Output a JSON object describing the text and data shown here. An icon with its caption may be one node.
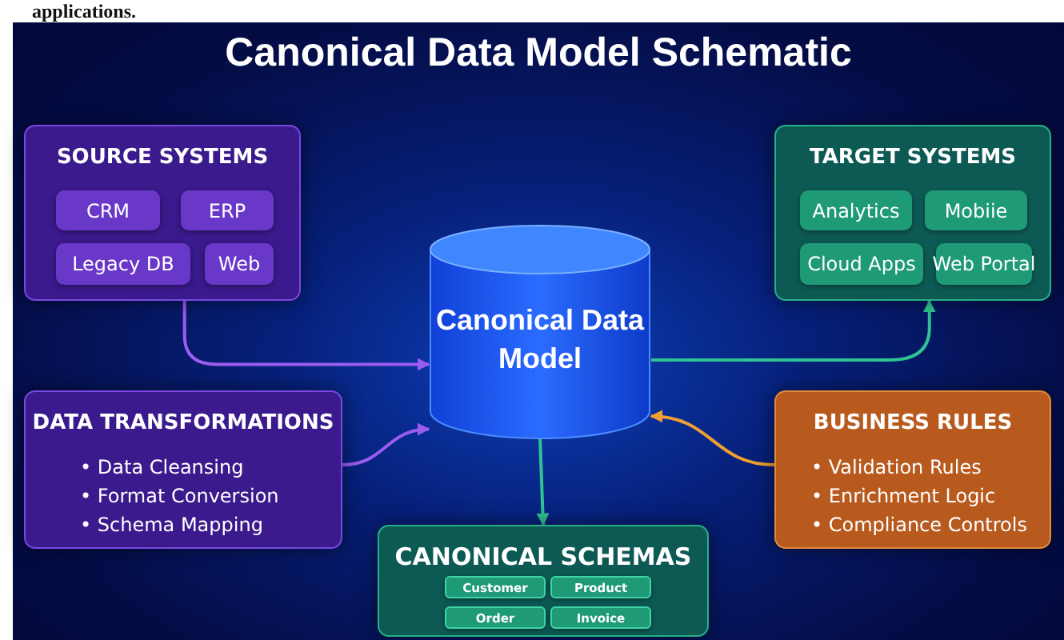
{
  "diagram": {
    "title": "Canonical Data Model Schematic",
    "nodes": [
      {
        "text": [
          "SOURCE SYSTEMS"
        ]
      },
      {
        "text": [
          "CRM"
        ],
        "in": 0
      },
      {
        "text": [
          "ERP"
        ],
        "in": 0
      },
      {
        "text": [
          "Legacy DB"
        ],
        "in": 0
      },
      {
        "text": [
          "Web"
        ],
        "in": 0
      },
      {
        "text": [
          "TARGET SYSTEMS"
        ]
      },
      {
        "text": [
          "Analytics"
        ],
        "in": 5
      },
      {
        "text": [
          "Mobiie"
        ],
        "in": 5
      },
      {
        "text": [
          "Cloud Apps"
        ],
        "in": 5
      },
      {
        "text": [
          "Web Portal"
        ],
        "in": 5
      },
      {
        "text": [
          "Canonical Data Model"
        ]
      },
      {
        "text": [
          "DATA TRANSFORMATIONS",
          "• Data Cleansing",
          "• Format Conversion",
          "• Schema Mapping"
        ]
      },
      {
        "text": [
          "BUSINESS RULES",
          "• Validation Rules",
          "• Enrichment Logic",
          "• Compliance Controls"
        ]
      },
      {
        "text": [
          "CANONICAL SCHEMAS"
        ]
      },
      {
        "text": [
          "Customer"
        ],
        "in": 13
      },
      {
        "text": [
          "Product"
        ],
        "in": 13
      },
      {
        "text": [
          "Order"
        ],
        "in": 13
      },
      {
        "text": [
          "Invoice"
        ],
        "in": 13
      }
    ],
    "edges": [
      {
        "from": 0,
        "to": 10,
        "arrow": "to",
        "color": "#9b5cf0"
      },
      {
        "from": 10,
        "to": 5,
        "arrow": "to",
        "color": "#2fc393"
      },
      {
        "from": 11,
        "to": 10,
        "arrow": "to",
        "color": "#9b5cf0"
      },
      {
        "from": 12,
        "to": 10,
        "arrow": "to",
        "color": "#f0a030"
      },
      {
        "from": 10,
        "to": 13,
        "arrow": "to",
        "color": "#2fc393"
      }
    ],
    "labels": [
      "applications."
    ]
  }
}
